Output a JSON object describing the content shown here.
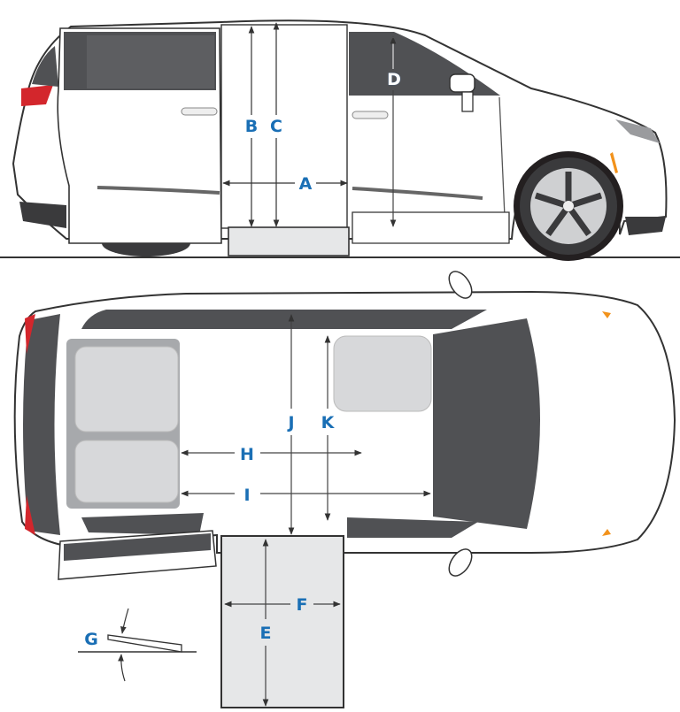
{
  "diagram": {
    "subject": "Minivan wheelchair conversion dimension diagram",
    "views": [
      "side-view",
      "top-view",
      "ramp-angle-detail"
    ],
    "label_color": "#1a6fb5",
    "body_color": "#ffffff",
    "glass_color": "#505154",
    "seat_color": "#d7d8da",
    "ramp_color": "#e6e7e8",
    "taillight_color": "#d3262c",
    "marker_light_color": "#f2921b"
  },
  "labels": {
    "A": "A",
    "B": "B",
    "C": "C",
    "D": "D",
    "E": "E",
    "F": "F",
    "G": "G",
    "H": "H",
    "I": "I",
    "J": "J",
    "K": "K"
  }
}
